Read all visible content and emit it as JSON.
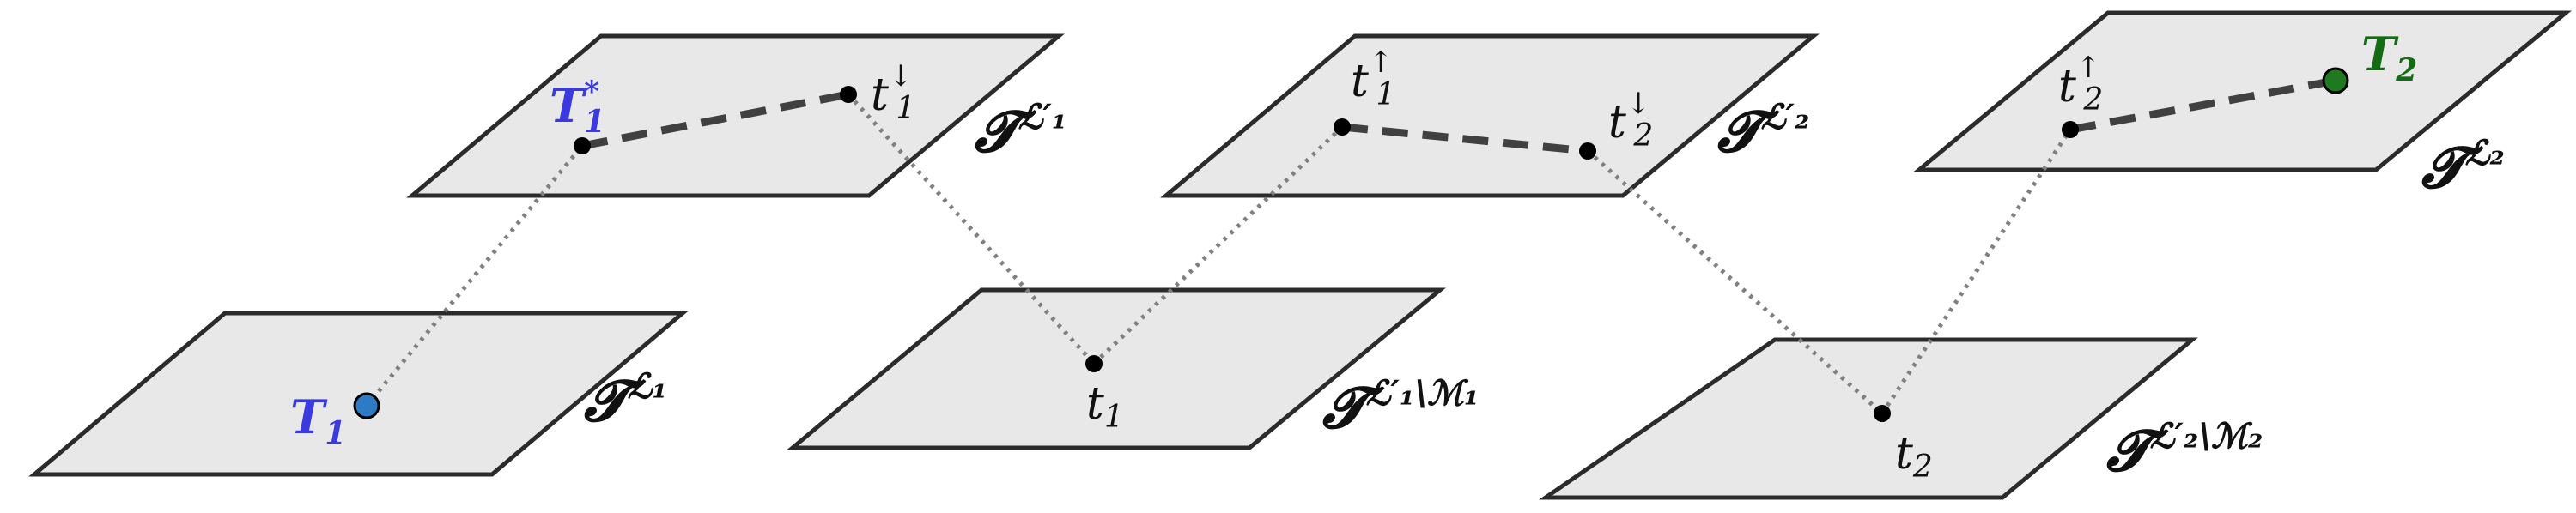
{
  "planes": {
    "p1": {
      "label_main": "𝓣",
      "label_sup": "ℒ₁"
    },
    "p2": {
      "label_main": "𝓣",
      "label_sup": "ℒ′₁"
    },
    "p3": {
      "label_main": "𝓣",
      "label_sup": "ℒ′₁\\ℳ₁"
    },
    "p4": {
      "label_main": "𝓣",
      "label_sup": "ℒ′₂"
    },
    "p5": {
      "label_main": "𝓣",
      "label_sup": "ℒ′₂\\ℳ₂"
    },
    "p6": {
      "label_main": "𝓣",
      "label_sup": "ℒ₂"
    }
  },
  "points": {
    "T1": {
      "main": "T",
      "sub": "1"
    },
    "T1star": {
      "main": "T",
      "sub": "1",
      "sup": "*"
    },
    "t1down": {
      "main": "t",
      "sub": "1",
      "sup": "↓"
    },
    "t1": {
      "main": "t",
      "sub": "1"
    },
    "t1up": {
      "main": "t",
      "sub": "1",
      "sup": "↑"
    },
    "t2down": {
      "main": "t",
      "sub": "2",
      "sup": "↓"
    },
    "t2": {
      "main": "t",
      "sub": "2"
    },
    "t2up": {
      "main": "t",
      "sub": "2",
      "sup": "↑"
    },
    "T2": {
      "main": "T",
      "sub": "2"
    }
  },
  "colors": {
    "start": "#3a3ae0",
    "end": "#136b13",
    "plane_fill": "#e8e8e8"
  }
}
